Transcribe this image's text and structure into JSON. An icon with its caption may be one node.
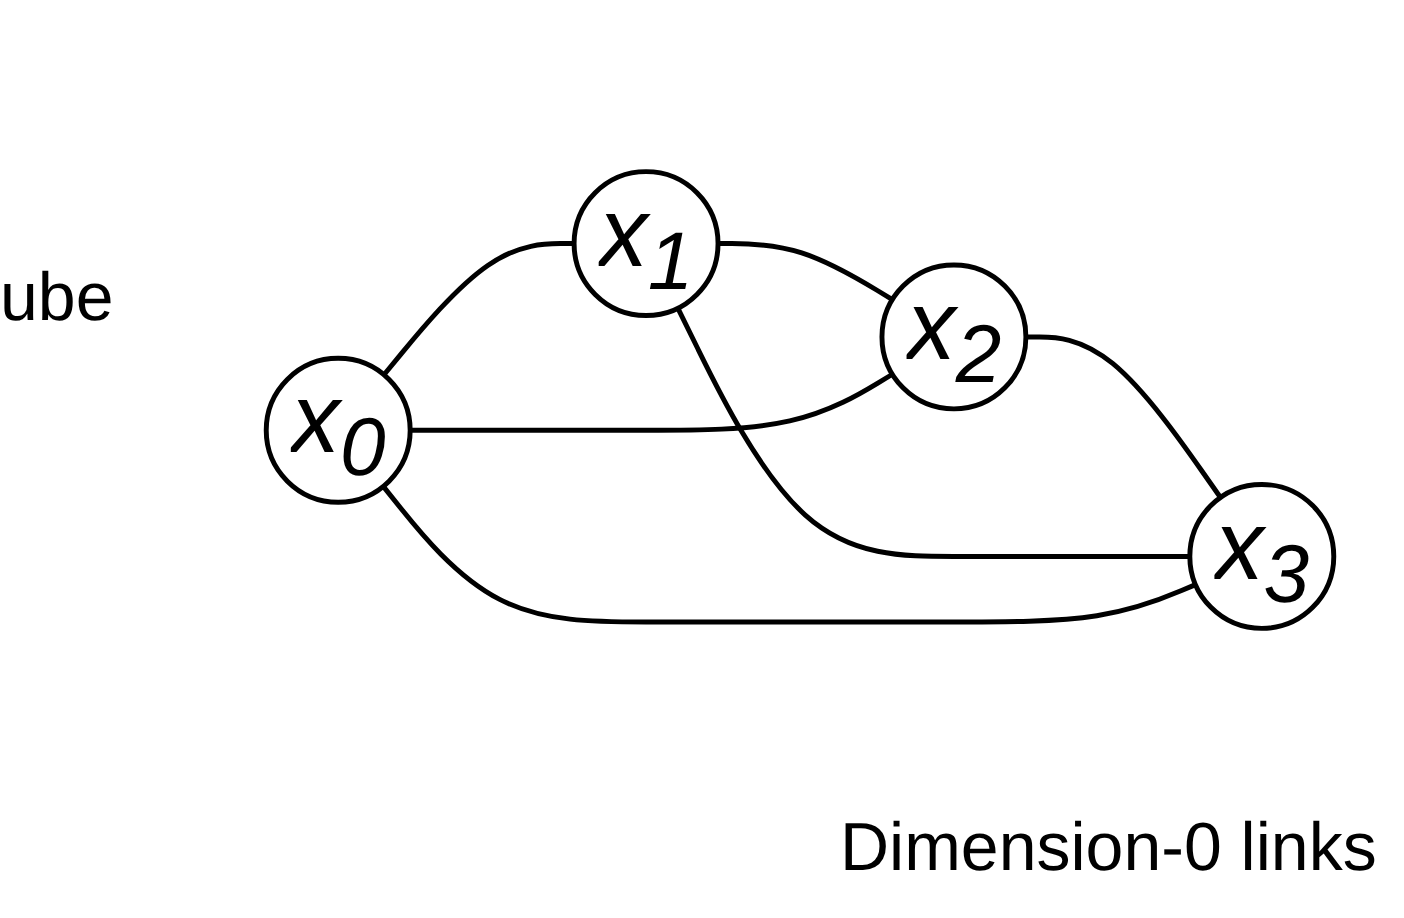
{
  "diagram": {
    "nodes": [
      {
        "text": [
          "x$_{0}$"
        ]
      },
      {
        "text": [
          "x$_{1}$"
        ]
      },
      {
        "text": [
          "x$_{2}$"
        ]
      },
      {
        "text": [
          "x$_{3}$"
        ]
      }
    ],
    "edges": [
      {
        "from": 0,
        "to": 1,
        "arrow": "none"
      },
      {
        "from": 1,
        "to": 2,
        "arrow": "none"
      },
      {
        "from": 2,
        "to": 3,
        "arrow": "none"
      },
      {
        "from": 0,
        "to": 2,
        "arrow": "none"
      },
      {
        "from": 1,
        "to": 3,
        "arrow": "none"
      },
      {
        "from": 0,
        "to": 3,
        "arrow": "none"
      }
    ],
    "labels": [
      "ube",
      "Dimension-0 links"
    ]
  }
}
